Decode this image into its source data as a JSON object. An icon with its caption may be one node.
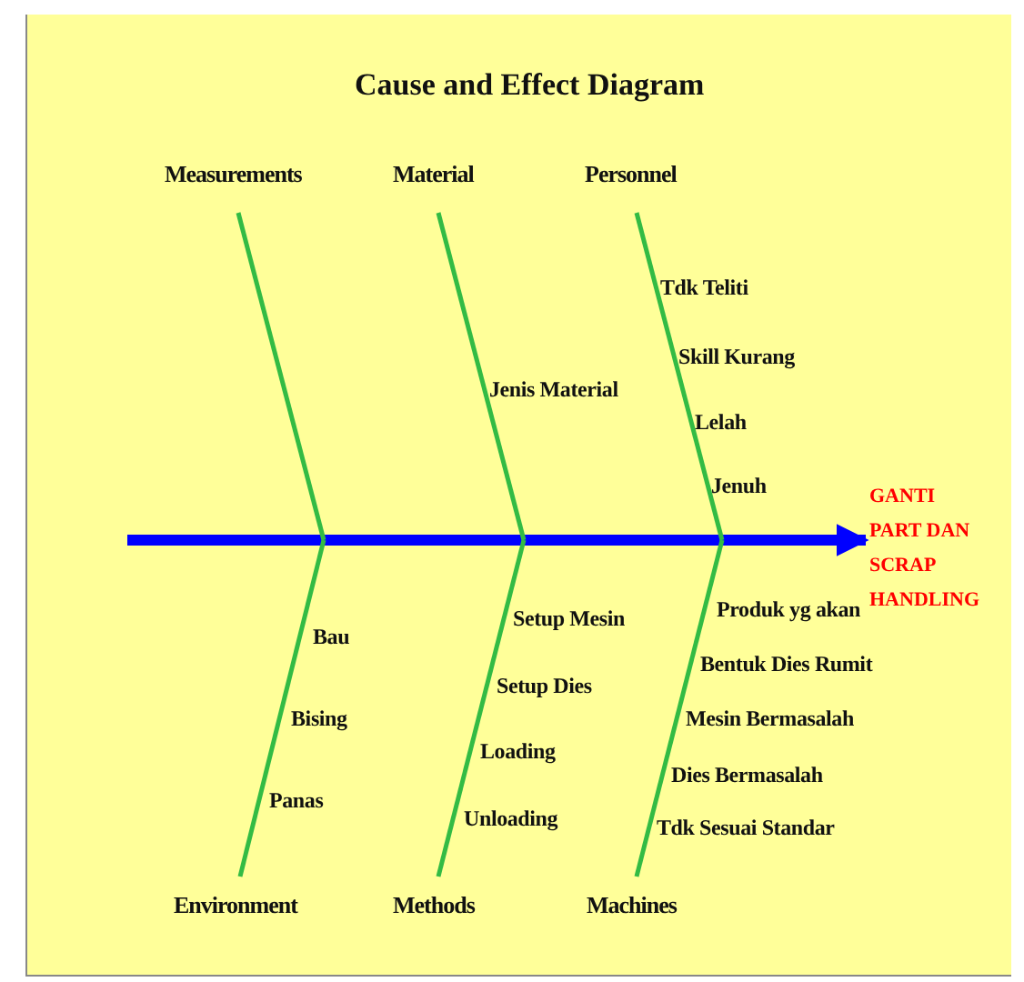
{
  "diagram": {
    "title": "Cause and Effect Diagram",
    "nodes": [
      {
        "text": [
          "Measurements"
        ]
      },
      {
        "text": [
          "Material"
        ]
      },
      {
        "text": [
          "Personnel"
        ]
      },
      {
        "text": [
          "Environment"
        ]
      },
      {
        "text": [
          "Methods"
        ]
      },
      {
        "text": [
          "Machines"
        ]
      },
      {
        "text": [
          "GANTI PART DAN SCRAP HANDLING"
        ]
      }
    ],
    "edges": [
      {
        "from": null,
        "to": 6,
        "arrow": "to",
        "style": "thick",
        "color": "#0000ff"
      },
      {
        "from": 0,
        "to": null,
        "arrow": "none"
      },
      {
        "from": 1,
        "to": null,
        "arrow": "none"
      },
      {
        "from": 2,
        "to": null,
        "arrow": "none"
      },
      {
        "from": 3,
        "to": null,
        "arrow": "none"
      },
      {
        "from": 4,
        "to": null,
        "arrow": "none"
      },
      {
        "from": 5,
        "to": null,
        "arrow": "none"
      }
    ],
    "labels": [
      "Tdk Teliti",
      "Skill Kurang",
      "Jenis Material",
      "Lelah",
      "Jenuh",
      "Setup Mesin",
      "Produk yg akan",
      "Bau",
      "Bentuk Dies Rumit",
      "Setup Dies",
      "Bising",
      "Mesin Bermasalah",
      "Loading",
      "Dies Bermasalah",
      "Panas",
      "Unloading",
      "Tdk Sesuai Standar"
    ]
  }
}
